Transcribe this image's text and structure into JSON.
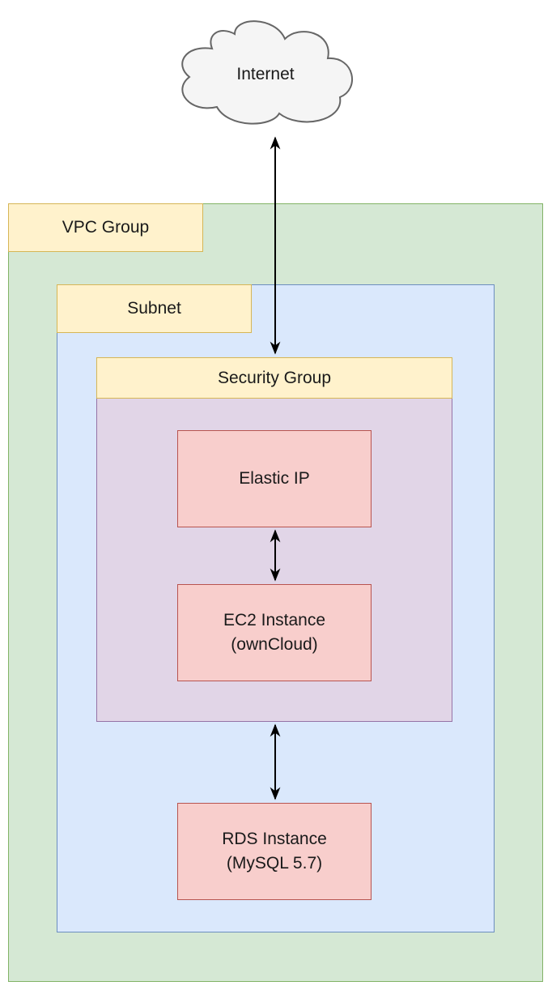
{
  "diagram": {
    "internet": {
      "label": "Internet",
      "shape": "cloud-icon"
    },
    "vpc_group": {
      "label": "VPC Group",
      "fill": "#d5e8d4",
      "stroke": "#82b366"
    },
    "subnet": {
      "label": "Subnet",
      "fill": "#dae8fc",
      "stroke": "#6c8ebf"
    },
    "security_group": {
      "label": "Security Group",
      "fill": "#e1d5e7",
      "stroke": "#9673a6"
    },
    "elastic_ip": {
      "label": "Elastic IP"
    },
    "ec2_instance": {
      "label": "EC2 Instance\n(ownCloud)"
    },
    "rds_instance": {
      "label": "RDS Instance\n(MySQL 5.7)"
    },
    "label_fill": "#fff2cc",
    "node_fill": "#f8cecc",
    "node_stroke": "#b85450",
    "connections": [
      {
        "from": "internet",
        "to": "security_group",
        "direction": "bidirectional"
      },
      {
        "from": "elastic_ip",
        "to": "ec2_instance",
        "direction": "bidirectional"
      },
      {
        "from": "security_group",
        "to": "rds_instance",
        "direction": "bidirectional"
      }
    ]
  }
}
